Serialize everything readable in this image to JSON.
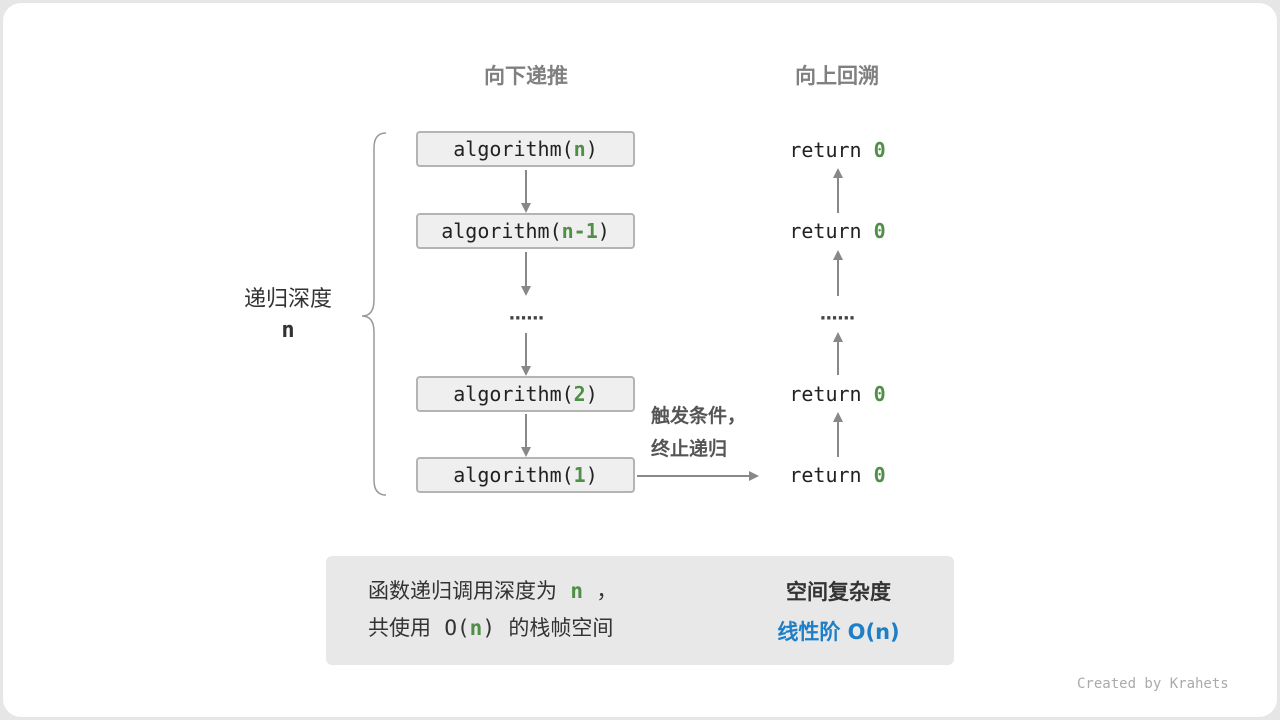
{
  "columns": {
    "descend_title": "向下递推",
    "ascend_title": "向上回溯"
  },
  "depth": {
    "label": "递归深度",
    "value": "n"
  },
  "calls": [
    {
      "prefix": "algorithm(",
      "arg": "n",
      "suffix": ")"
    },
    {
      "prefix": "algorithm(",
      "arg": "n-1",
      "suffix": ")"
    },
    {
      "prefix": "algorithm(",
      "arg": "2",
      "suffix": ")"
    },
    {
      "prefix": "algorithm(",
      "arg": "1",
      "suffix": ")"
    }
  ],
  "ellipsis": "······",
  "returns": [
    {
      "keyword": "return",
      "value": "0"
    },
    {
      "keyword": "return",
      "value": "0"
    },
    {
      "keyword": "return",
      "value": "0"
    },
    {
      "keyword": "return",
      "value": "0"
    }
  ],
  "trigger": {
    "line1": "触发条件，",
    "line2": "终止递归"
  },
  "summary": {
    "line1_prefix": "函数递归调用深度为",
    "line1_var": "n",
    "line1_suffix": "，",
    "line2_prefix": "共使用",
    "line2_o": "O(",
    "line2_var": "n",
    "line2_close": ")",
    "line2_suffix": "的栈帧空间",
    "title": "空间复杂度",
    "value": "线性阶 O(n)"
  },
  "credit": "Created by Krahets",
  "colors": {
    "green": "#4f8f47",
    "blue": "#1e7fc7",
    "arrow": "#888888"
  }
}
